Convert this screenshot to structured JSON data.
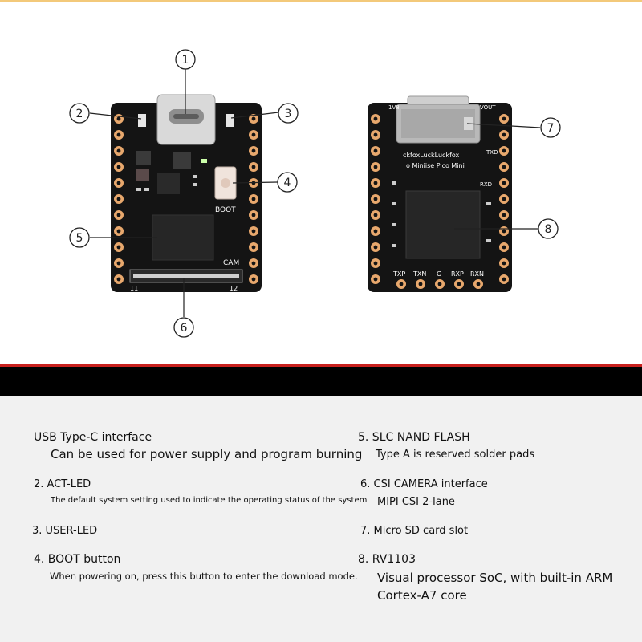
{
  "callouts": [
    "1",
    "2",
    "3",
    "4",
    "5",
    "6",
    "7",
    "8"
  ],
  "board_left": {
    "silk_boot": "BOOT",
    "silk_cam": "CAM",
    "silk_pin_left": "11",
    "silk_pin_right": "12"
  },
  "board_right": {
    "silk_1v8": "1V8",
    "silk_vout": "VOUT",
    "silk_brand": "ckfoxLuckLuckfox",
    "silk_model": "o Miniise Pico Mini",
    "silk_rxd": "RXD",
    "silk_txd": "TXD",
    "bottom_labels": [
      "TXP",
      "TXN",
      "G",
      "RXP",
      "RXN"
    ]
  },
  "features": [
    {
      "title": "USB Type-C interface",
      "desc": "Can be used for power supply and program burning"
    },
    {
      "title": "2. ACT-LED",
      "desc": "The default system setting used to indicate the operating status of the system"
    },
    {
      "title": "3. USER-LED",
      "desc": ""
    },
    {
      "title": "4. BOOT button",
      "desc": "When powering on, press this button to enter the download mode."
    },
    {
      "title": "5. SLC NAND FLASH",
      "desc": "Type A is reserved solder pads"
    },
    {
      "title": "6. CSI CAMERA interface",
      "desc": "MIPI CSI 2-lane"
    },
    {
      "title": "7. Micro SD card slot",
      "desc": ""
    },
    {
      "title": "8. RV1103",
      "desc": "Visual processor SoC, with built-in ARM",
      "desc2": "Cortex-A7 core"
    }
  ],
  "colors": {
    "pcb": "#141414",
    "pad": "#e8a86d",
    "chip": "#262626",
    "accent_red": "#c8201d",
    "band": "#000000",
    "panel": "#f1f1f1"
  }
}
